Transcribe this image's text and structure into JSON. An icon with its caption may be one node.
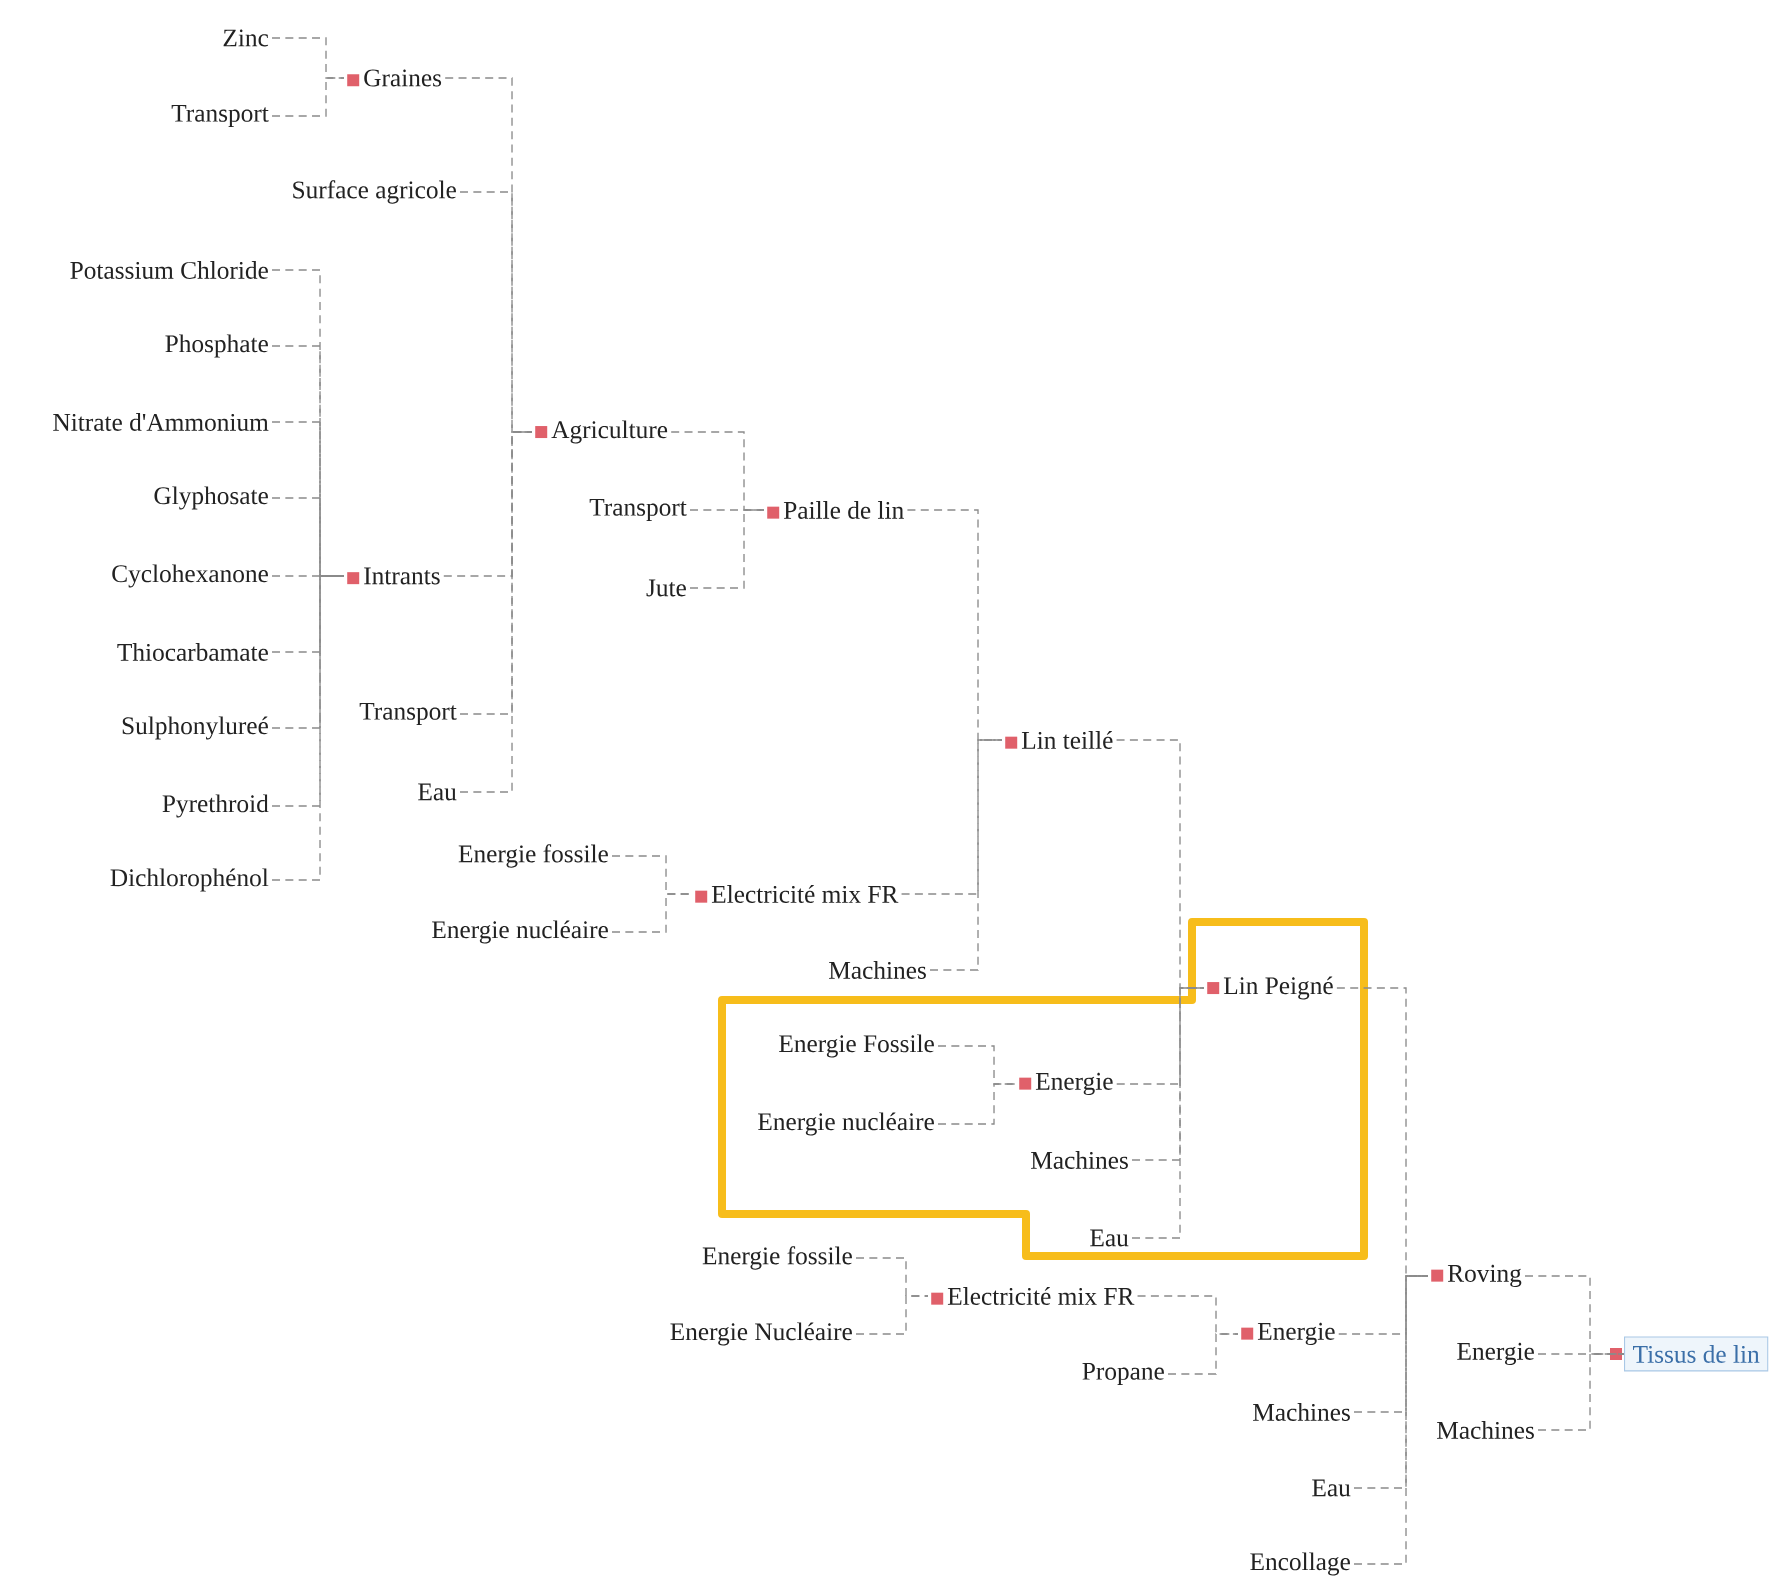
{
  "diagram": {
    "nodes": [
      {
        "text": [
          "Zinc"
        ]
      },
      {
        "text": [
          "Transport"
        ]
      },
      {
        "text": [
          "Graines"
        ]
      },
      {
        "text": [
          "Surface agricole"
        ]
      },
      {
        "text": [
          "Potassium Chloride"
        ]
      },
      {
        "text": [
          "Phosphate"
        ]
      },
      {
        "text": [
          "Nitrate d'Ammonium"
        ]
      },
      {
        "text": [
          "Glyphosate"
        ]
      },
      {
        "text": [
          "Cyclohexanone"
        ]
      },
      {
        "text": [
          "Intrants"
        ]
      },
      {
        "text": [
          "Thiocarbamate"
        ]
      },
      {
        "text": [
          "Sulphonylureé"
        ]
      },
      {
        "text": [
          "Pyrethroid"
        ]
      },
      {
        "text": [
          "Dichlorophénol"
        ]
      },
      {
        "text": [
          "Agriculture"
        ]
      },
      {
        "text": [
          "Transport"
        ]
      },
      {
        "text": [
          "Eau"
        ]
      },
      {
        "text": [
          "Transport"
        ]
      },
      {
        "text": [
          "Paille de lin"
        ]
      },
      {
        "text": [
          "Jute"
        ]
      },
      {
        "text": [
          "Lin teillé"
        ]
      },
      {
        "text": [
          "Energie fossile"
        ]
      },
      {
        "text": [
          "Energie nucléaire"
        ]
      },
      {
        "text": [
          "Electricité mix FR"
        ]
      },
      {
        "text": [
          "Machines"
        ]
      },
      {
        "text": [
          "Lin Peigné"
        ]
      },
      {
        "text": [
          "Energie Fossile"
        ]
      },
      {
        "text": [
          "Energie nucléaire"
        ]
      },
      {
        "text": [
          "Energie"
        ]
      },
      {
        "text": [
          "Machines"
        ]
      },
      {
        "text": [
          "Eau"
        ]
      },
      {
        "text": [
          "Energie fossile"
        ]
      },
      {
        "text": [
          "Energie Nucléaire"
        ]
      },
      {
        "text": [
          "Electricité mix FR"
        ]
      },
      {
        "text": [
          "Propane"
        ]
      },
      {
        "text": [
          "Energie"
        ]
      },
      {
        "text": [
          "Roving"
        ]
      },
      {
        "text": [
          "Machines"
        ]
      },
      {
        "text": [
          "Eau"
        ]
      },
      {
        "text": [
          "Encollage"
        ]
      },
      {
        "text": [
          "Energie"
        ]
      },
      {
        "text": [
          "Machines"
        ]
      },
      {
        "text": [
          "Tissus de lin"
        ]
      }
    ],
    "edges": [
      {
        "from": 0,
        "to": 2,
        "arrow": "none"
      },
      {
        "from": 1,
        "to": 2,
        "arrow": "none"
      },
      {
        "from": 2,
        "to": 14,
        "arrow": "none"
      },
      {
        "from": 3,
        "to": 14,
        "arrow": "none"
      },
      {
        "from": 4,
        "to": 9,
        "arrow": "none"
      },
      {
        "from": 5,
        "to": 9,
        "arrow": "none"
      },
      {
        "from": 6,
        "to": 9,
        "arrow": "none"
      },
      {
        "from": 7,
        "to": 9,
        "arrow": "none"
      },
      {
        "from": 8,
        "to": 9,
        "arrow": "none"
      },
      {
        "from": 10,
        "to": 9,
        "arrow": "none"
      },
      {
        "from": 11,
        "to": 9,
        "arrow": "none"
      },
      {
        "from": 12,
        "to": 9,
        "arrow": "none"
      },
      {
        "from": 13,
        "to": 9,
        "arrow": "none"
      },
      {
        "from": 9,
        "to": 14,
        "arrow": "none"
      },
      {
        "from": 15,
        "to": 14,
        "arrow": "none"
      },
      {
        "from": 16,
        "to": 14,
        "arrow": "none"
      },
      {
        "from": 14,
        "to": 18,
        "arrow": "none"
      },
      {
        "from": 17,
        "to": 18,
        "arrow": "none"
      },
      {
        "from": 19,
        "to": 18,
        "arrow": "none"
      },
      {
        "from": 18,
        "to": 20,
        "arrow": "none"
      },
      {
        "from": 21,
        "to": 23,
        "arrow": "none"
      },
      {
        "from": 22,
        "to": 23,
        "arrow": "none"
      },
      {
        "from": 23,
        "to": 20,
        "arrow": "none"
      },
      {
        "from": 24,
        "to": 20,
        "arrow": "none"
      },
      {
        "from": 20,
        "to": 25,
        "arrow": "none"
      },
      {
        "from": 26,
        "to": 28,
        "arrow": "none"
      },
      {
        "from": 27,
        "to": 28,
        "arrow": "none"
      },
      {
        "from": 28,
        "to": 25,
        "arrow": "none"
      },
      {
        "from": 29,
        "to": 25,
        "arrow": "none"
      },
      {
        "from": 30,
        "to": 25,
        "arrow": "none"
      },
      {
        "from": 31,
        "to": 33,
        "arrow": "none"
      },
      {
        "from": 32,
        "to": 33,
        "arrow": "none"
      },
      {
        "from": 33,
        "to": 35,
        "arrow": "none"
      },
      {
        "from": 34,
        "to": 35,
        "arrow": "none"
      },
      {
        "from": 25,
        "to": 36,
        "arrow": "none"
      },
      {
        "from": 35,
        "to": 36,
        "arrow": "none"
      },
      {
        "from": 37,
        "to": 36,
        "arrow": "none"
      },
      {
        "from": 38,
        "to": 36,
        "arrow": "none"
      },
      {
        "from": 39,
        "to": 36,
        "arrow": "none"
      },
      {
        "from": 36,
        "to": 42,
        "arrow": "none"
      },
      {
        "from": 40,
        "to": 42,
        "arrow": "none"
      },
      {
        "from": 41,
        "to": 42,
        "arrow": "none"
      }
    ]
  }
}
